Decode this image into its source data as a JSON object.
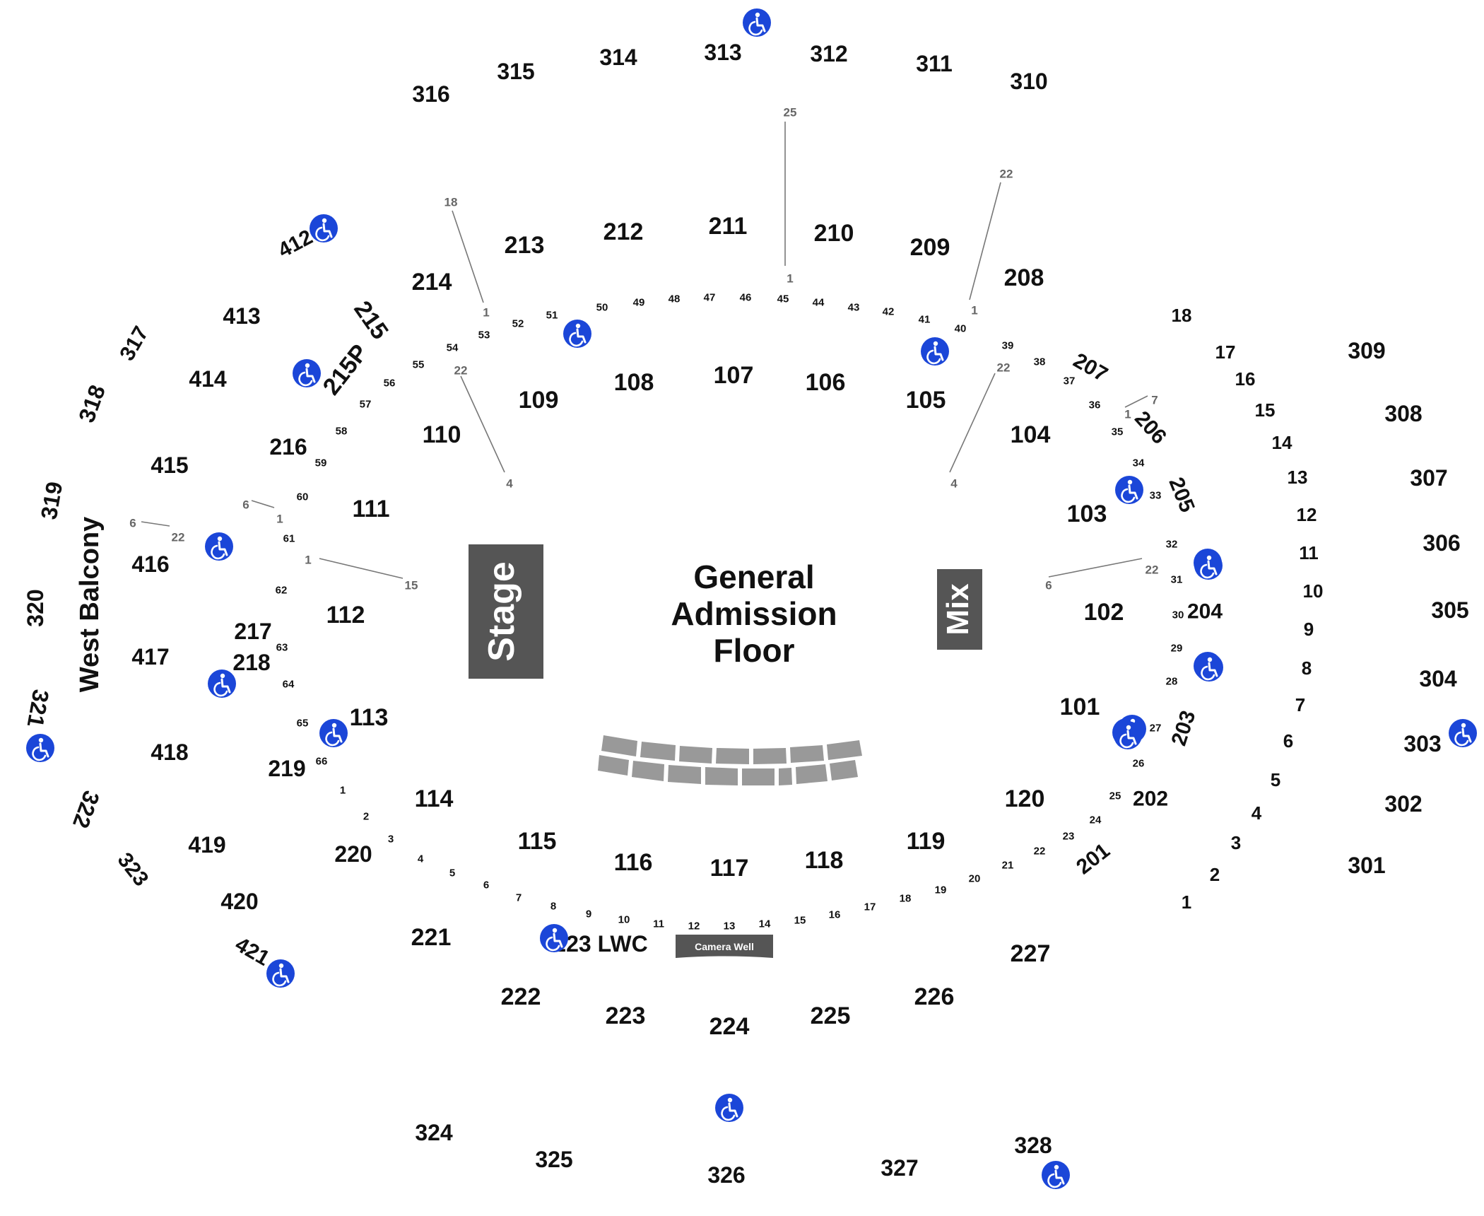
{
  "colors": {
    "ada": "#1b46d8",
    "block": "#555555",
    "pit": "#999999",
    "text": "#111111",
    "guide_text": "#666666"
  },
  "venue": {
    "floor_lines": [
      "General",
      "Admission",
      "Floor"
    ],
    "stage_label": "Stage",
    "mix_label": "Mix",
    "camera_well_label": "Camera Well",
    "west_balcony_label": "West Balcony"
  },
  "sections": [
    {
      "label": "101",
      "size": 1
    },
    {
      "label": "102",
      "size": 1
    },
    {
      "label": "103",
      "size": 1
    },
    {
      "label": "104",
      "size": 1
    },
    {
      "label": "105",
      "size": 1
    },
    {
      "label": "106",
      "size": 1
    },
    {
      "label": "107",
      "size": 1
    },
    {
      "label": "108",
      "size": 1
    },
    {
      "label": "109",
      "size": 1
    },
    {
      "label": "110",
      "size": 1
    },
    {
      "label": "111",
      "size": 1
    },
    {
      "label": "112",
      "size": 1
    },
    {
      "label": "113",
      "size": 1
    },
    {
      "label": "114",
      "size": 1
    },
    {
      "label": "115",
      "size": 1
    },
    {
      "label": "116",
      "size": 1
    },
    {
      "label": "117",
      "size": 1
    },
    {
      "label": "118",
      "size": 1
    },
    {
      "label": "119",
      "size": 1
    },
    {
      "label": "120",
      "size": 1
    },
    {
      "label": "201",
      "size": 3,
      "rot": -38
    },
    {
      "label": "202",
      "size": 3
    },
    {
      "label": "203",
      "size": 3,
      "rot": -72
    },
    {
      "label": "204",
      "size": 3
    },
    {
      "label": "205",
      "size": 3,
      "rot": 68
    },
    {
      "label": "206",
      "size": 3,
      "rot": 48
    },
    {
      "label": "207",
      "size": 3,
      "rot": 30
    },
    {
      "label": "208",
      "size": 1
    },
    {
      "label": "209",
      "size": 1
    },
    {
      "label": "210",
      "size": 1
    },
    {
      "label": "211",
      "size": 1
    },
    {
      "label": "212",
      "size": 1
    },
    {
      "label": "213",
      "size": 1
    },
    {
      "label": "214",
      "size": 1
    },
    {
      "label": "215",
      "size": 1,
      "rot": 55
    },
    {
      "label": "215P",
      "size": 1,
      "rot": -52
    },
    {
      "label": "216",
      "size": 2
    },
    {
      "label": "217",
      "size": 2
    },
    {
      "label": "218",
      "size": 2
    },
    {
      "label": "219",
      "size": 2
    },
    {
      "label": "220",
      "size": 2
    },
    {
      "label": "221",
      "size": 1
    },
    {
      "label": "222",
      "size": 1
    },
    {
      "label": "223",
      "size": 1
    },
    {
      "label": "223 LWC",
      "size": 2
    },
    {
      "label": "224",
      "size": 1
    },
    {
      "label": "225",
      "size": 1
    },
    {
      "label": "226",
      "size": 1
    },
    {
      "label": "227",
      "size": 1
    },
    {
      "label": "301",
      "size": 2
    },
    {
      "label": "302",
      "size": 2
    },
    {
      "label": "303",
      "size": 2
    },
    {
      "label": "304",
      "size": 2
    },
    {
      "label": "305",
      "size": 2
    },
    {
      "label": "306",
      "size": 2
    },
    {
      "label": "307",
      "size": 2
    },
    {
      "label": "308",
      "size": 2
    },
    {
      "label": "309",
      "size": 2
    },
    {
      "label": "310",
      "size": 2
    },
    {
      "label": "311",
      "size": 2
    },
    {
      "label": "312",
      "size": 2
    },
    {
      "label": "313",
      "size": 2
    },
    {
      "label": "314",
      "size": 2
    },
    {
      "label": "315",
      "size": 2
    },
    {
      "label": "316",
      "size": 2
    },
    {
      "label": "317",
      "size": 3,
      "rot": -60
    },
    {
      "label": "318",
      "size": 2,
      "rot": -70
    },
    {
      "label": "319",
      "size": 2,
      "rot": -80
    },
    {
      "label": "320",
      "size": 2,
      "rot": -90
    },
    {
      "label": "321",
      "size": 2,
      "rot": 100
    },
    {
      "label": "322",
      "size": 2,
      "rot": 110
    },
    {
      "label": "323",
      "size": 3,
      "rot": 52
    },
    {
      "label": "324",
      "size": 2
    },
    {
      "label": "325",
      "size": 2
    },
    {
      "label": "326",
      "size": 2
    },
    {
      "label": "327",
      "size": 2
    },
    {
      "label": "328",
      "size": 2
    },
    {
      "label": "412",
      "size": 3,
      "rot": -28
    },
    {
      "label": "413",
      "size": 2
    },
    {
      "label": "414",
      "size": 2
    },
    {
      "label": "415",
      "size": 2
    },
    {
      "label": "416",
      "size": 2
    },
    {
      "label": "417",
      "size": 2
    },
    {
      "label": "418",
      "size": 2
    },
    {
      "label": "419",
      "size": 2
    },
    {
      "label": "420",
      "size": 2
    },
    {
      "label": "421",
      "size": 3,
      "rot": 30
    }
  ],
  "inner_rows": [
    "1",
    "2",
    "3",
    "4",
    "5",
    "6",
    "7",
    "8",
    "9",
    "10",
    "11",
    "12",
    "13",
    "14",
    "15",
    "16",
    "17",
    "18",
    "19",
    "20",
    "21",
    "22",
    "23",
    "24",
    "25",
    "26",
    "27",
    "28",
    "29",
    "30",
    "31",
    "32",
    "33",
    "34",
    "35",
    "36",
    "37",
    "38",
    "39",
    "40",
    "41",
    "42",
    "43",
    "44",
    "45",
    "46",
    "47",
    "48",
    "49",
    "50",
    "51",
    "52",
    "53",
    "54",
    "55",
    "56",
    "57",
    "58",
    "59",
    "60",
    "61",
    "62",
    "63",
    "64",
    "65",
    "66"
  ],
  "outer_rows": [
    "1",
    "2",
    "3",
    "4",
    "5",
    "6",
    "7",
    "8",
    "9",
    "10",
    "11",
    "12",
    "13",
    "14",
    "15",
    "16",
    "17",
    "18"
  ],
  "guide_labels": [
    "18",
    "1",
    "22",
    "4",
    "25",
    "1",
    "22",
    "1",
    "22",
    "4",
    "6",
    "1",
    "7",
    "1",
    "22",
    "6",
    "1",
    "15",
    "6",
    "22"
  ],
  "ada_count": 22
}
